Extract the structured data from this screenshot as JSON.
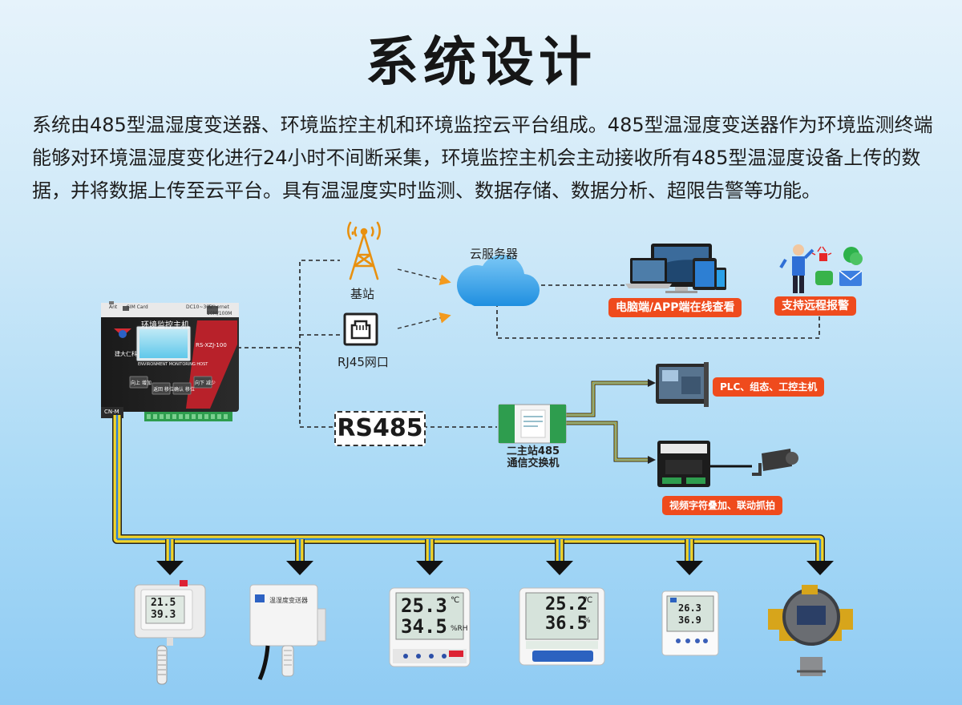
{
  "title": "系统设计",
  "description": "系统由485型温湿度变送器、环境监控主机和环境监控云平台组成。485型温湿度变送器作为环境监测终端能够对环境温湿度变化进行24小时不间断采集，环境监控主机会主动接收所有485型温湿度设备上传的数据，并将数据上传至云平台。具有温湿度实时监测、数据存储、数据分析、超限告警等功能。",
  "host": {
    "name": "环境监控主机",
    "model": "RS-XZJ-100",
    "subtitle": "ENVIRONMENT MONITORING HOST",
    "brand": "建大仁科",
    "top_labels": [
      "Ant",
      "SIM Card",
      "DC10~30V",
      "Ethernet",
      "10M/100M"
    ],
    "buttons": [
      "向上 增加",
      "返回 移位",
      "确认 移位",
      "向下 减少"
    ],
    "bottom_label": "CN-M"
  },
  "nodes": {
    "base_station": "基站",
    "rj45": "RJ45网口",
    "cloud": "云服务器",
    "rs485": "RS485",
    "switch": "二主站485\n通信交换机"
  },
  "tags": {
    "pc_app": "电脑端/APP端在线查看",
    "alarm": "支持远程报警",
    "plc": "PLC、组态、工控主机",
    "video": "视频字符叠加、联动抓拍"
  },
  "sensors": [
    {
      "name": "wall-mount-transmitter",
      "t": "21.5",
      "h": "39.3"
    },
    {
      "name": "duct-transmitter",
      "t": "",
      "h": "",
      "label": "温湿度变送器"
    },
    {
      "name": "lcd-transmitter-large",
      "t": "25.3",
      "h": "34.5",
      "unit_t": "℃",
      "unit_h": "%RH"
    },
    {
      "name": "lcd-transmitter-calendar",
      "t": "25.2",
      "h": "36.5",
      "unit_t": "℃",
      "unit_h": "%"
    },
    {
      "name": "lcd-transmitter-small",
      "t": "26.3",
      "h": "36.9"
    },
    {
      "name": "explosion-proof-transmitter",
      "t": "",
      "h": ""
    }
  ],
  "colors": {
    "accent_orange": "#ef4b1d",
    "arrow_orange": "#f39a1e",
    "cable_yellow": "#f2d428",
    "cable_blue": "#2d7fd3",
    "dash": "#222222",
    "cloud_blue": "#3aa3ea"
  }
}
